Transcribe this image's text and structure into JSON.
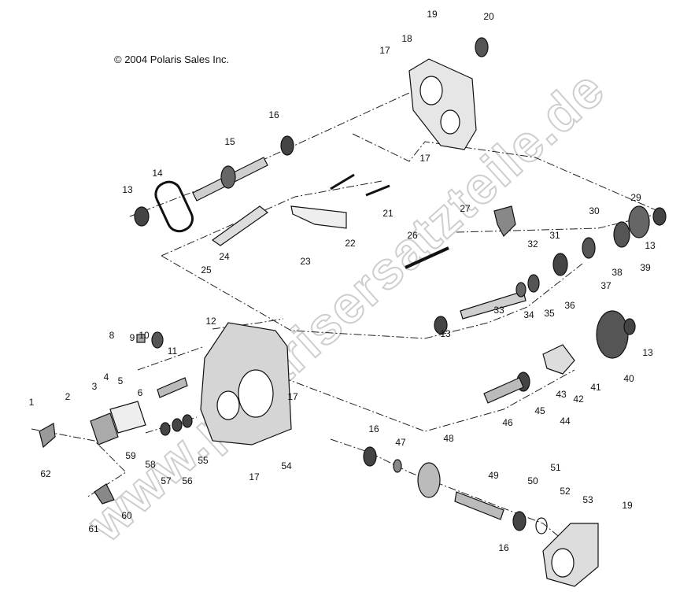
{
  "copyright": "© 2004 Polaris Sales Inc.",
  "watermark": "www.polarisersatzteile.de",
  "callouts": [
    "1",
    "2",
    "3",
    "4",
    "5",
    "6",
    "8",
    "9",
    "10",
    "11",
    "12",
    "13",
    "13",
    "13",
    "13",
    "14",
    "15",
    "16",
    "16",
    "16",
    "17",
    "17",
    "17",
    "17",
    "18",
    "19",
    "19",
    "20",
    "21",
    "22",
    "23",
    "24",
    "25",
    "26",
    "27",
    "29",
    "30",
    "31",
    "32",
    "33",
    "34",
    "35",
    "36",
    "37",
    "38",
    "39",
    "40",
    "41",
    "42",
    "43",
    "44",
    "45",
    "46",
    "47",
    "48",
    "49",
    "50",
    "51",
    "52",
    "53",
    "54",
    "55",
    "56",
    "57",
    "58",
    "59",
    "60",
    "61",
    "62"
  ]
}
